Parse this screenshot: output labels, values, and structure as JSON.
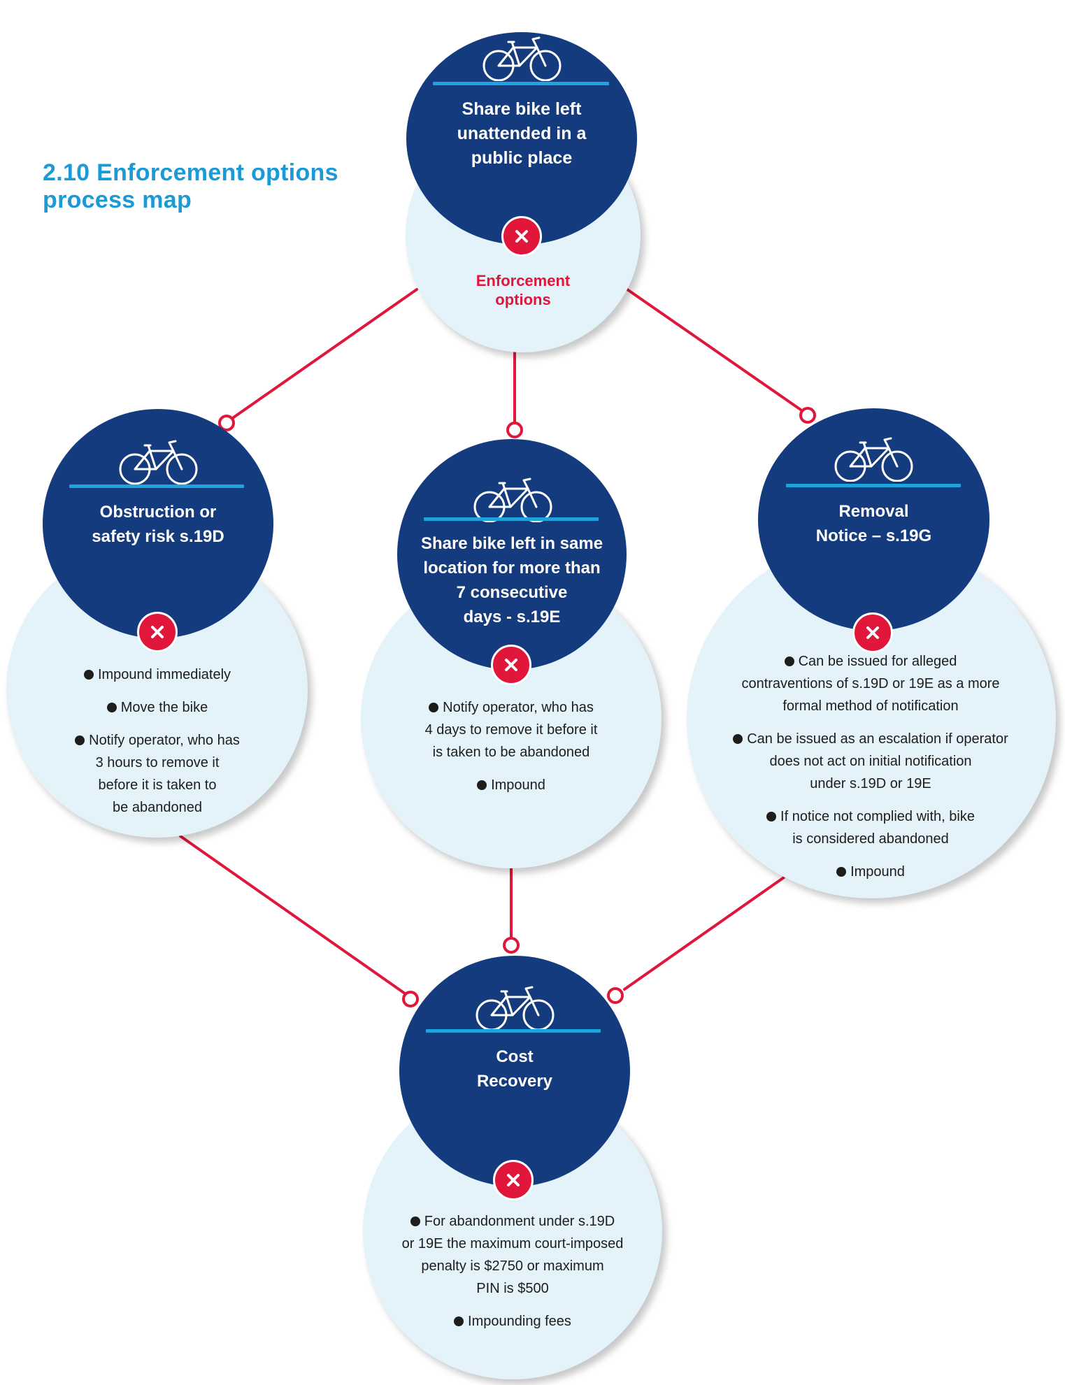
{
  "title": {
    "lines": [
      "2.10 Enforcement options",
      "process map"
    ]
  },
  "colors": {
    "navy": "#133b7e",
    "light_blue": "#e4f2fa",
    "accent_blue": "#1ea3dc",
    "red": "#e0163b",
    "title_blue": "#1a9ad6",
    "text": "#1d1d1b"
  },
  "icons": {
    "node_icon": "bicycle-icon",
    "badge_icon": "close-icon",
    "bullet_icon": "bullet-dot"
  },
  "top": {
    "title_lines": [
      "Share bike left",
      "unattended in a",
      "public place"
    ],
    "label_lines": [
      "Enforcement",
      "options"
    ]
  },
  "left": {
    "title_lines": [
      "Obstruction or",
      "safety risk s.19D"
    ],
    "bullets": [
      [
        "Impound immediately"
      ],
      [
        "Move the bike"
      ],
      [
        "Notify operator, who has",
        "3 hours to remove it",
        "before it is taken to",
        "be abandoned"
      ]
    ]
  },
  "middle": {
    "title_lines": [
      "Share bike left in same",
      "location for more than",
      "7 consecutive",
      "days - s.19E"
    ],
    "bullets": [
      [
        "Notify operator, who has",
        "4 days to remove it before it",
        "is taken to be abandoned"
      ],
      [
        "Impound"
      ]
    ]
  },
  "right": {
    "title_lines": [
      "Removal",
      "Notice – s.19G"
    ],
    "bullets": [
      [
        "Can be issued for alleged",
        "contraventions of s.19D or 19E as a more",
        "formal method of notification"
      ],
      [
        "Can be issued as an escalation if operator",
        "does not act on initial notification",
        "under s.19D or 19E"
      ],
      [
        "If notice not complied with, bike",
        "is considered abandoned"
      ],
      [
        "Impound"
      ]
    ]
  },
  "bottom": {
    "title_lines": [
      "Cost",
      "Recovery"
    ],
    "bullets": [
      [
        "For abandonment under s.19D",
        "or 19E the maximum court-imposed",
        "penalty is $2750 or maximum",
        "PIN is $500"
      ],
      [
        "Impounding fees"
      ]
    ]
  }
}
